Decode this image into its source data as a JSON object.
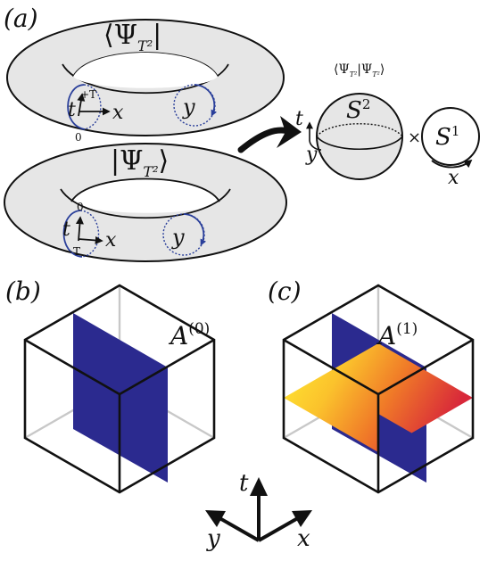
{
  "panels": {
    "a": "(a)",
    "b": "(b)",
    "c": "(c)"
  },
  "torus_top": {
    "label": "⟨Ψ",
    "label_sub": "T²",
    "label_close": "|",
    "t_label": "t",
    "plus_t": "+T",
    "zero": "0",
    "x_label": "x",
    "y_label": "y"
  },
  "torus_bottom": {
    "label": "|Ψ",
    "label_sub": "T²",
    "label_close": "⟩",
    "t_label": "t",
    "minus_t": "−T",
    "zero": "0",
    "x_label": "x",
    "y_label": "y"
  },
  "manifold": {
    "overlap_label": "⟨Ψ",
    "overlap_sub1": "T²",
    "overlap_mid": "|Ψ",
    "overlap_sub2": "T²",
    "overlap_close": "⟩",
    "sphere_label": "S",
    "sphere_sup": "2",
    "times": "×",
    "circle_label": "S",
    "circle_sup": "1",
    "t_label": "t",
    "y_label": "y",
    "x_label": "x"
  },
  "cube_b": {
    "label": "A",
    "sup": "(0)"
  },
  "cube_c": {
    "label": "A",
    "sup": "(1)"
  },
  "axes": {
    "t": "t",
    "y": "y",
    "x": "x"
  },
  "colors": {
    "torus_fill": "#e6e6e6",
    "loop_blue": "#2a3f9a",
    "plane_blue": "#2b2a8f",
    "gradient_yellow": "#ffee33",
    "gradient_orange": "#f07a28",
    "gradient_red": "#d8283a"
  }
}
